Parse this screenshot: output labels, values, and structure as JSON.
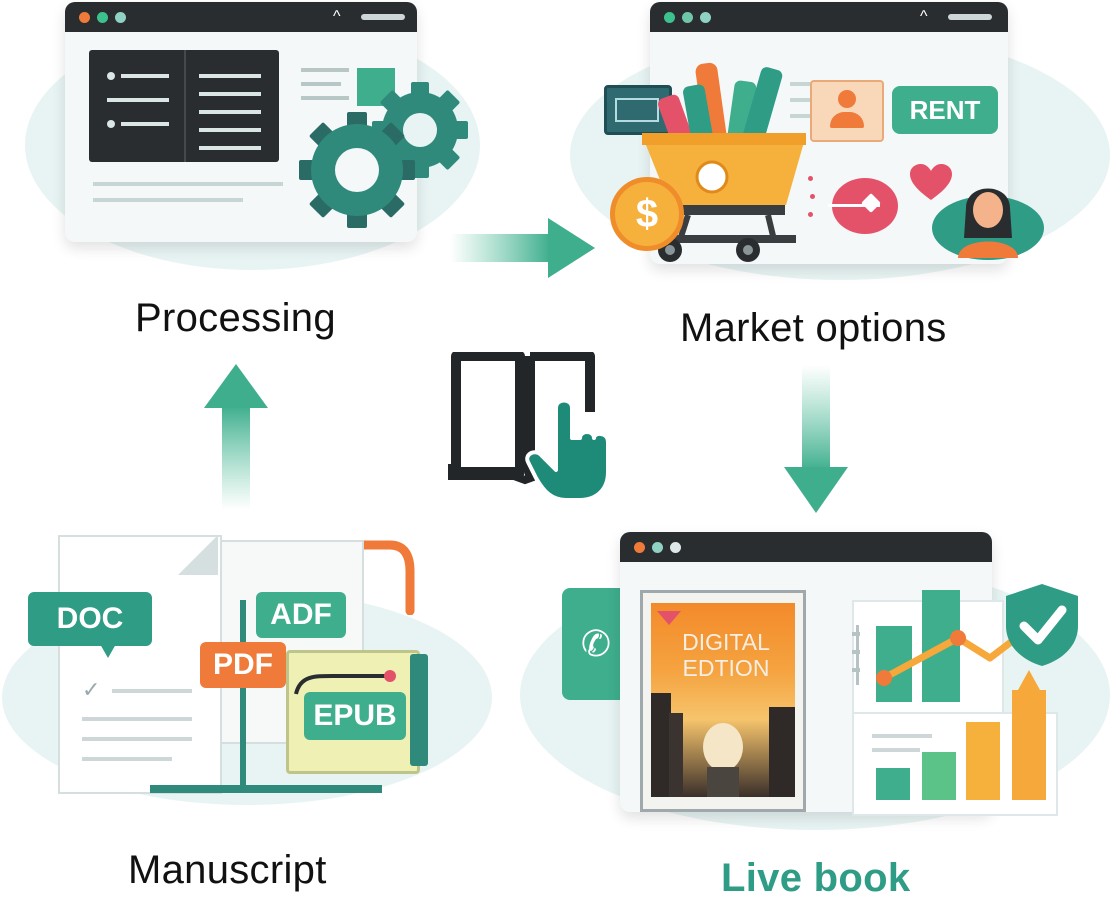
{
  "stages": {
    "processing": {
      "label": "Processing"
    },
    "market": {
      "label": "Market options",
      "rent_label": "RENT",
      "currency_symbol": "$"
    },
    "manuscript": {
      "label": "Manuscript",
      "formats": [
        "DOC",
        "ADF",
        "PDF",
        "EPUB"
      ]
    },
    "live": {
      "label": "Live book",
      "cover_title_line1": "DIGITAL",
      "cover_title_line2": "EDTION"
    }
  },
  "colors": {
    "teal": "#2f9c86",
    "dark_teal": "#1e7f6e",
    "orange": "#ef7a3a",
    "yellow": "#f6b03c",
    "red": "#e4526a",
    "dark": "#2a2d2f",
    "blob": "#e8f4f3"
  },
  "icons": [
    "gear-icon",
    "shopping-cart-icon",
    "dollar-coin-icon",
    "heart-icon",
    "person-icon",
    "phone-icon",
    "shield-check-icon",
    "book-touch-icon",
    "arrow-icon"
  ]
}
